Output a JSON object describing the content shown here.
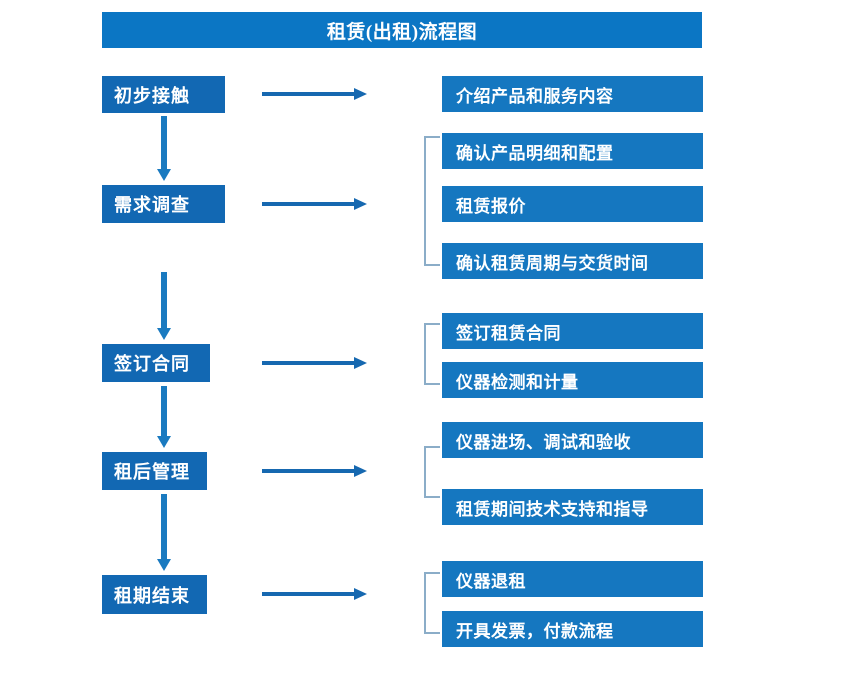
{
  "document": {
    "title": "租赁(出租)流程图",
    "type": "flowchart"
  },
  "colors": {
    "title_bar": "#0b76c4",
    "stage_box": "#1268b3",
    "detail_box": "#1577c0",
    "arrow": "#1668b0",
    "vertical_arrow": "#1a7ac0",
    "bracket": "#8badc8",
    "text": "#ffffff",
    "background": "#ffffff"
  },
  "stages": [
    {
      "id": "stage-1",
      "label": "初步接触"
    },
    {
      "id": "stage-2",
      "label": "需求调查"
    },
    {
      "id": "stage-3",
      "label": "签订合同"
    },
    {
      "id": "stage-4",
      "label": "租后管理"
    },
    {
      "id": "stage-5",
      "label": "租期结束"
    }
  ],
  "details": [
    {
      "id": "detail-1",
      "label": "介绍产品和服务内容"
    },
    {
      "id": "detail-2",
      "label": "确认产品明细和配置"
    },
    {
      "id": "detail-3",
      "label": "租赁报价"
    },
    {
      "id": "detail-4",
      "label": "确认租赁周期与交货时间"
    },
    {
      "id": "detail-5",
      "label": "签订租赁合同"
    },
    {
      "id": "detail-6",
      "label": "仪器检测和计量"
    },
    {
      "id": "detail-7",
      "label": "仪器进场、调试和验收"
    },
    {
      "id": "detail-8",
      "label": "租赁期间技术支持和指导"
    },
    {
      "id": "detail-9",
      "label": "仪器退租"
    },
    {
      "id": "detail-10",
      "label": "开具发票，付款流程"
    }
  ]
}
